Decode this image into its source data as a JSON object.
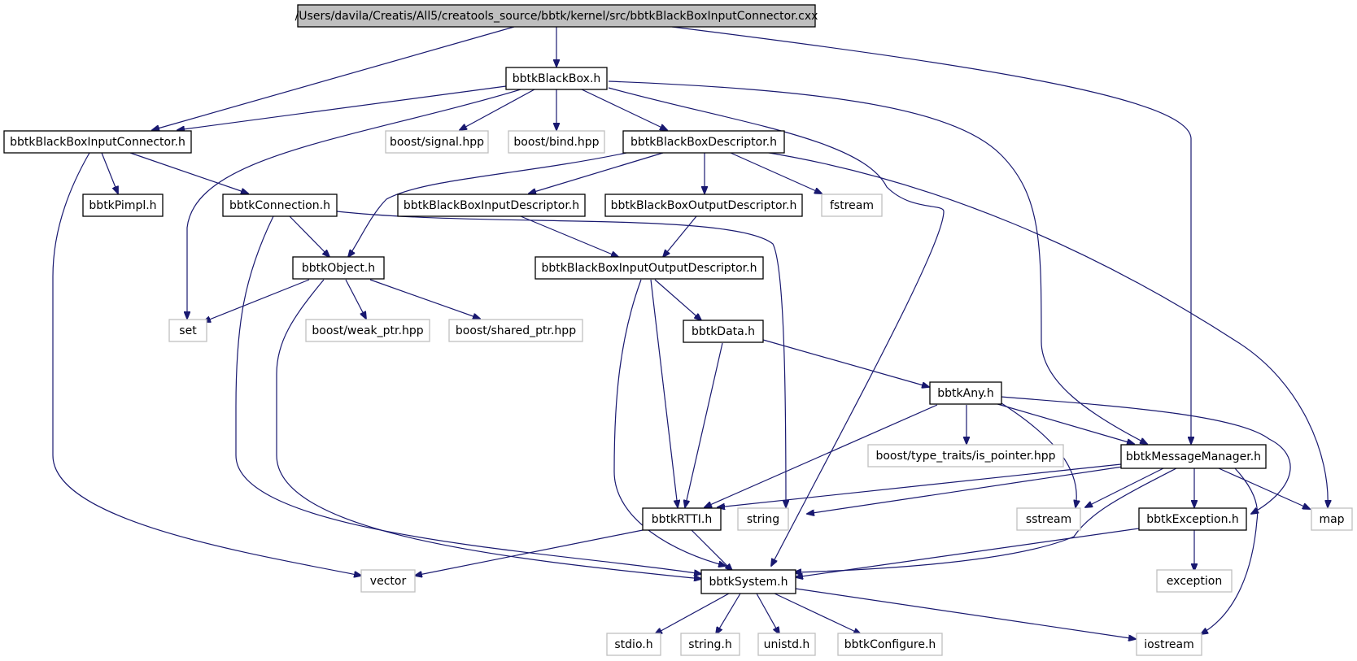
{
  "colors": {
    "edge": "#191970",
    "root_fill": "#bfbfbf",
    "local_border": "#000000",
    "external_border": "#bfbfbf"
  },
  "nodes": {
    "root": "/Users/davila/Creatis/All5/creatools_source/bbtk/kernel/src/bbtkBlackBoxInputConnector.cxx",
    "blackbox": "bbtkBlackBox.h",
    "inputconnector": "bbtkBlackBoxInputConnector.h",
    "signal": "boost/signal.hpp",
    "bind": "boost/bind.hpp",
    "descriptor": "bbtkBlackBoxDescriptor.h",
    "pimpl": "bbtkPimpl.h",
    "connection": "bbtkConnection.h",
    "inputdesc": "bbtkBlackBoxInputDescriptor.h",
    "outputdesc": "bbtkBlackBoxOutputDescriptor.h",
    "fstream": "fstream",
    "object": "bbtkObject.h",
    "iodesc": "bbtkBlackBoxInputOutputDescriptor.h",
    "set": "set",
    "weakptr": "boost/weak_ptr.hpp",
    "sharedptr": "boost/shared_ptr.hpp",
    "data": "bbtkData.h",
    "any": "bbtkAny.h",
    "ispointer": "boost/type_traits/is_pointer.hpp",
    "msgmgr": "bbtkMessageManager.h",
    "rtti": "bbtkRTTI.h",
    "string": "string",
    "sstream": "sstream",
    "exception_h": "bbtkException.h",
    "map": "map",
    "vector": "vector",
    "system": "bbtkSystem.h",
    "exception": "exception",
    "stdio": "stdio.h",
    "stringh": "string.h",
    "unistd": "unistd.h",
    "configure": "bbtkConfigure.h",
    "iostream": "iostream"
  }
}
